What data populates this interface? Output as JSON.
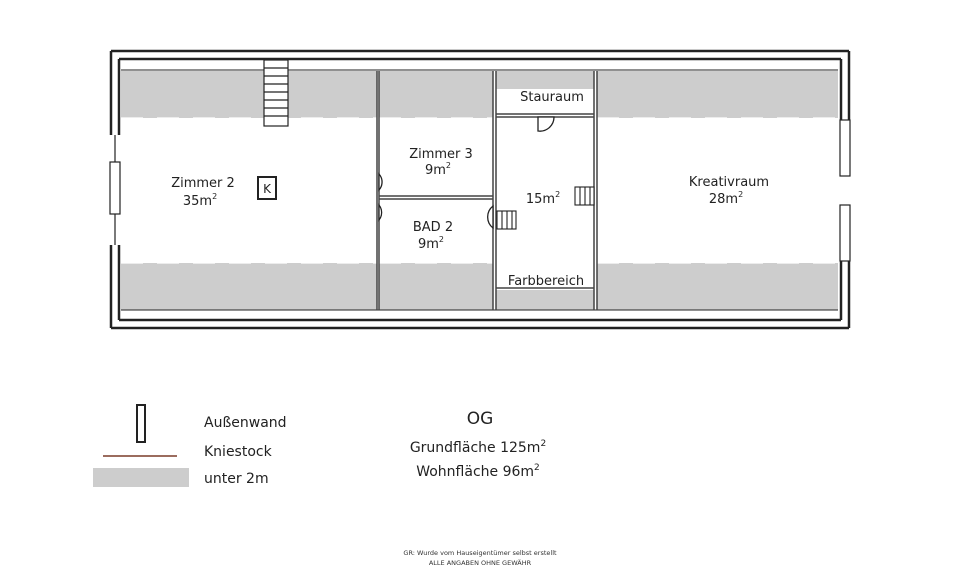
{
  "colors": {
    "wall": "#222222",
    "under_2m": "#cdcdcd",
    "kniestock_line": "#7a3b28",
    "background": "#ffffff"
  },
  "rooms": {
    "zimmer2": {
      "name": "Zimmer 2",
      "area": "35m",
      "unit_sup": "2"
    },
    "zimmer3": {
      "name": "Zimmer 3",
      "area": "9m",
      "unit_sup": "2"
    },
    "bad2": {
      "name": "BAD 2",
      "area": "9m",
      "unit_sup": "2"
    },
    "stauraum": {
      "name": "Stauraum"
    },
    "flur": {
      "area": "15m",
      "unit_sup": "2"
    },
    "farbbereich": {
      "name": "Farbbereich"
    },
    "kreativraum": {
      "name": "Kreativraum",
      "area": "28m",
      "unit_sup": "2"
    },
    "kamin_label": "K"
  },
  "legend": {
    "aussenwand": "Außenwand",
    "kniestock": "Kniestock",
    "unter2m": "unter 2m"
  },
  "summary": {
    "floor": "OG",
    "grundflaeche": "Grundfläche 125m",
    "wohnflaeche": "Wohnfläche 96m",
    "unit_sup": "2"
  },
  "footer": {
    "line1": "GR: Wurde vom Hauseigentümer selbst erstellt",
    "line2": "ALLE ANGABEN OHNE GEWÄHR"
  }
}
